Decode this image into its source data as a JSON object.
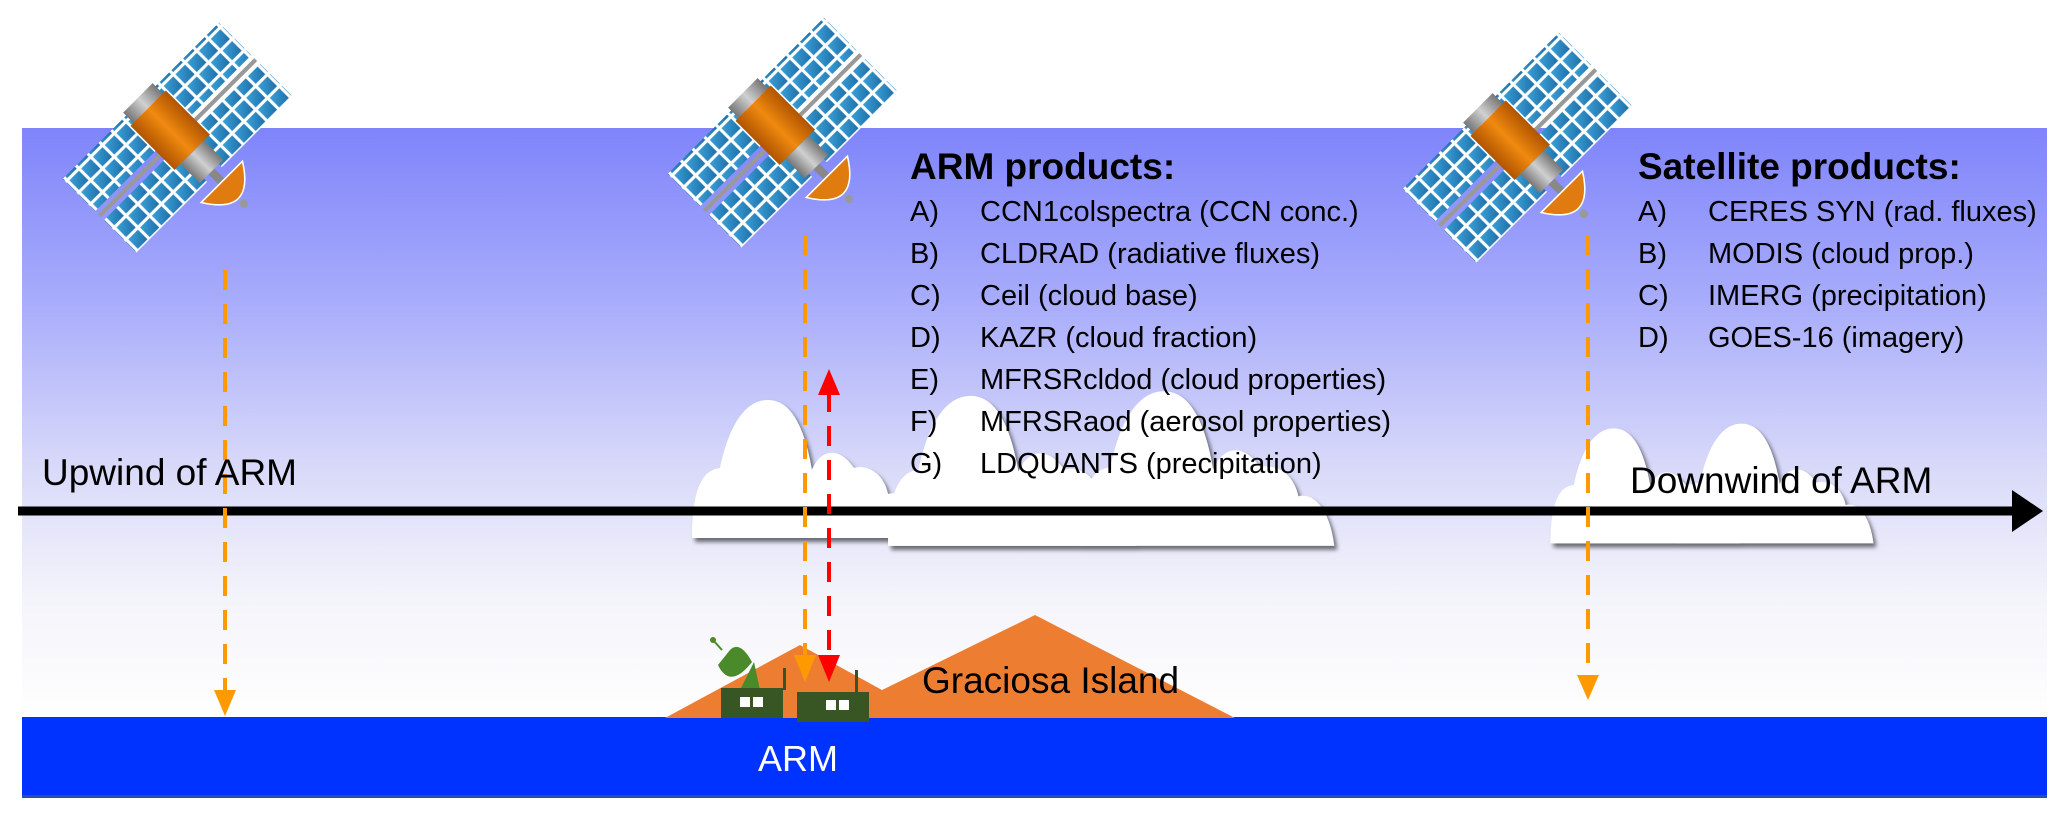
{
  "diagram": {
    "upwind_label": "Upwind of ARM",
    "downwind_label": "Downwind of ARM",
    "island_label": "Graciosa Island",
    "station_label": "ARM",
    "arm_products": {
      "heading": "ARM products:",
      "items": [
        {
          "letter": "A)",
          "text": "CCN1colspectra (CCN conc.)"
        },
        {
          "letter": "B)",
          "text": "CLDRAD (radiative fluxes)"
        },
        {
          "letter": "C)",
          "text": "Ceil (cloud base)"
        },
        {
          "letter": "D)",
          "text": "KAZR (cloud fraction)"
        },
        {
          "letter": "E)",
          "text": "MFRSRcldod (cloud properties)"
        },
        {
          "letter": "F)",
          "text": "MFRSRaod (aerosol properties)"
        },
        {
          "letter": "G)",
          "text": "LDQUANTS (precipitation)"
        }
      ]
    },
    "satellite_products": {
      "heading": "Satellite products:",
      "items": [
        {
          "letter": "A)",
          "text": "CERES SYN (rad. fluxes)"
        },
        {
          "letter": "B)",
          "text": "MODIS (cloud prop.)"
        },
        {
          "letter": "C)",
          "text": "IMERG (precipitation)"
        },
        {
          "letter": "D)",
          "text": "GOES-16 (imagery)"
        }
      ]
    },
    "colors": {
      "sky_top": "#7f84fb",
      "ocean": "#0033ff",
      "island": "#ed7d31",
      "satellite_arrow": "#ff9900",
      "ground_arrow": "#ff0000",
      "station": "#375623",
      "dish": "#4a8a2a"
    }
  }
}
